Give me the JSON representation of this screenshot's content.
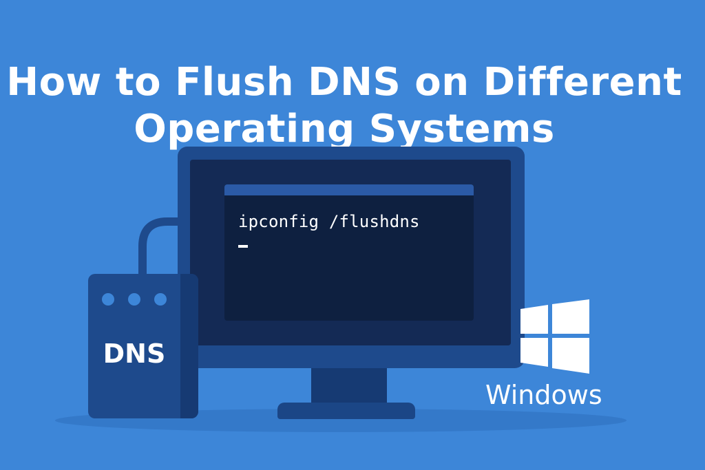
{
  "title": {
    "line1": "How to Flush DNS on Different",
    "line2": "Operating Systems"
  },
  "terminal": {
    "command": "ipconfig /flushdns"
  },
  "server": {
    "label": "DNS"
  },
  "os": {
    "label": "Windows",
    "icon": "windows-logo-icon"
  },
  "colors": {
    "background": "#3d86d8",
    "monitor": "#1e4a8c",
    "screen": "#142a55",
    "terminal": "#0e2040",
    "accent": "#2b5aa6",
    "text": "#ffffff"
  }
}
